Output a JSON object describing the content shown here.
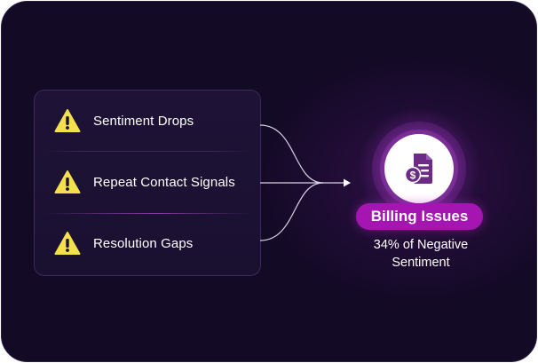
{
  "signals": [
    {
      "label": "Sentiment Drops",
      "icon": "warning-icon"
    },
    {
      "label": "Repeat Contact Signals",
      "icon": "warning-icon"
    },
    {
      "label": "Resolution Gaps",
      "icon": "warning-icon"
    }
  ],
  "focus": {
    "icon": "invoice-dollar-icon",
    "title": "Billing Issues",
    "stat": "34% of Negative Sentiment"
  },
  "colors": {
    "background": "#130a26",
    "panel": "#1e1336",
    "warning": "#f4e04d",
    "accent": "#a415b2",
    "icon": "#6b2b86"
  }
}
